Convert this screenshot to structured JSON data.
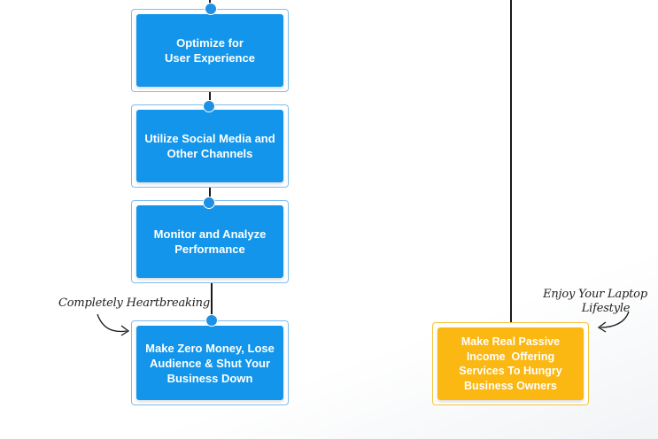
{
  "colors": {
    "node_blue": "#1295ea",
    "node_gold": "#fbb712",
    "connector": "#1a1a1a",
    "port_dot": "#1e90e6"
  },
  "flow_left": {
    "nodes": [
      {
        "line1": "Optimize for",
        "line2": "User Experience"
      },
      {
        "line1": "Utilize Social Media and",
        "line2": "Other Channels"
      },
      {
        "line1": "Monitor and Analyze",
        "line2": "Performance"
      },
      {
        "line1": "Make Zero Money, Lose",
        "line2": "Audience & Shut Your",
        "line3": "Business Down"
      }
    ],
    "annotation": "Completely Heartbreaking"
  },
  "flow_right": {
    "node": {
      "line1": "Make Real Passive",
      "line2": "Income  Offering",
      "line3": "Services To Hungry",
      "line4": "Business Owners"
    },
    "annotation_line1": "Enjoy Your Laptop",
    "annotation_line2": "Lifestyle"
  }
}
